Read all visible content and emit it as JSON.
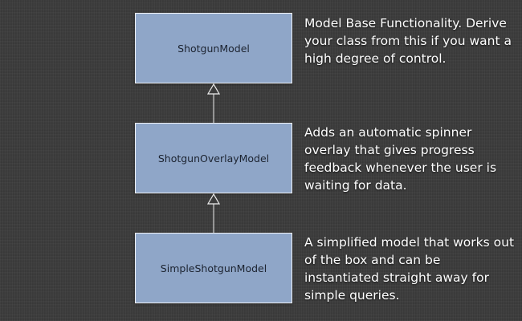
{
  "diagram": {
    "classes": [
      {
        "name": "ShotgunModel",
        "description": "Model Base Functionality. Derive your class from this if you want a high degree of control."
      },
      {
        "name": "ShotgunOverlayModel",
        "description": "Adds an automatic spinner overlay that gives progress feedback whenever the user is waiting for data."
      },
      {
        "name": "SimpleShotgunModel",
        "description": "A simplified model that works out of the box and can be instantiated straight away for simple queries."
      }
    ],
    "relations": [
      {
        "from": "ShotgunOverlayModel",
        "to": "ShotgunModel",
        "type": "inheritance"
      },
      {
        "from": "SimpleShotgunModel",
        "to": "ShotgunOverlayModel",
        "type": "inheritance"
      }
    ]
  },
  "colors": {
    "background": "#3c3c3c",
    "box_fill": "#8fa6c8",
    "box_border": "#f2f4f8",
    "connector": "#eeeeee"
  }
}
